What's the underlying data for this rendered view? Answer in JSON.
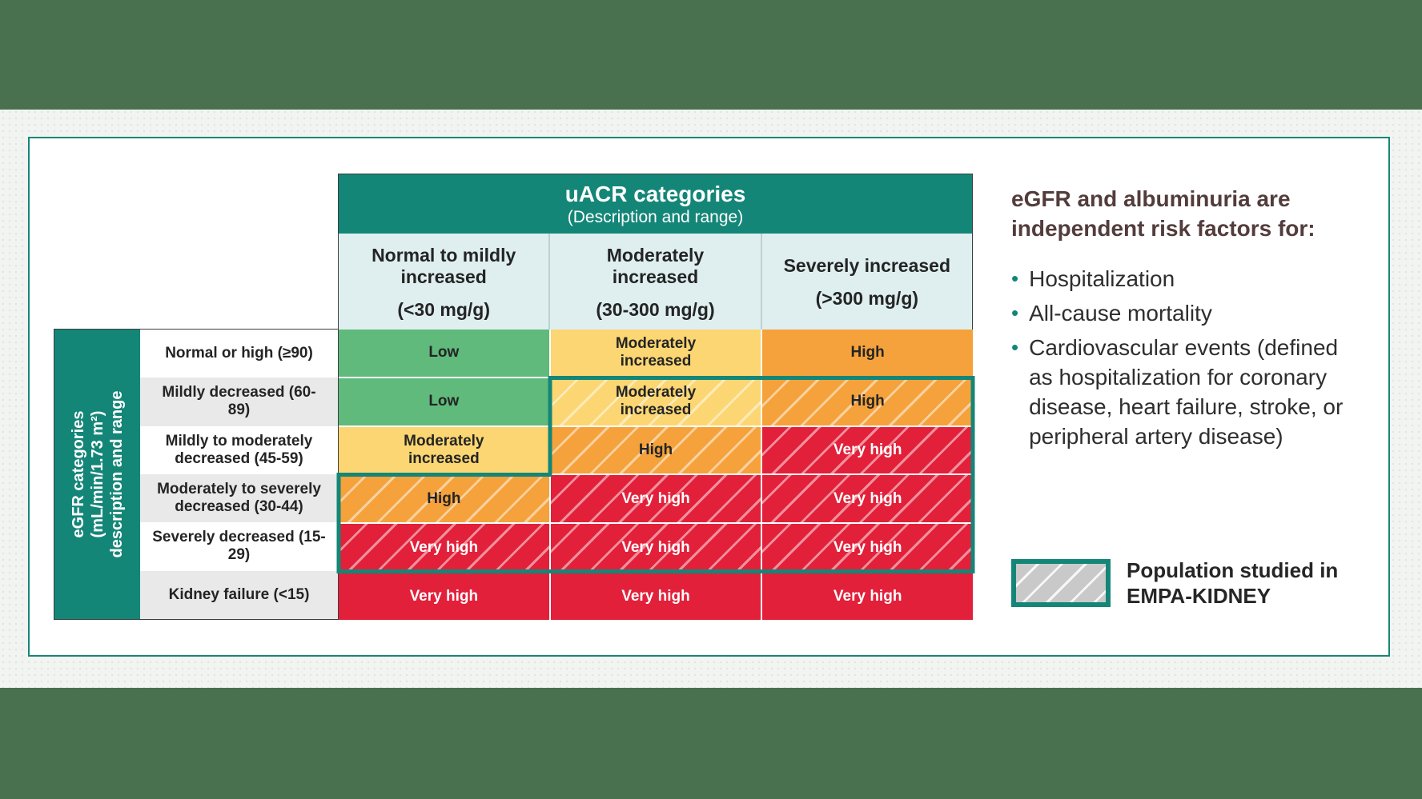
{
  "chart_data": {
    "type": "heatmap",
    "title": "uACR categories (Description and range)",
    "x_axis_label": "uACR categories (Description and range)",
    "y_axis_label": "eGFR categories (mL/min/1.73 m²) description and range",
    "x_categories": [
      "Normal to mildly increased (<30 mg/g)",
      "Moderately increased (30-300 mg/g)",
      "Severely increased (>300 mg/g)"
    ],
    "y_categories": [
      "Normal or high (≥90)",
      "Mildly decreased (60-89)",
      "Mildly to moderately decreased (45-59)",
      "Moderately to severely decreased (30-44)",
      "Severely decreased (15-29)",
      "Kidney failure (<15)"
    ],
    "values": [
      [
        "Low",
        "Moderately increased",
        "High"
      ],
      [
        "Low",
        "Moderately increased",
        "High"
      ],
      [
        "Moderately increased",
        "High",
        "Very high"
      ],
      [
        "High",
        "Very high",
        "Very high"
      ],
      [
        "Very high",
        "Very high",
        "Very high"
      ],
      [
        "Very high",
        "Very high",
        "Very high"
      ]
    ],
    "hatched_cells_meaning": "Population studied in EMPA-KIDNEY",
    "hatched": [
      [
        false,
        false,
        false
      ],
      [
        false,
        true,
        true
      ],
      [
        false,
        true,
        true
      ],
      [
        true,
        true,
        true
      ],
      [
        true,
        true,
        true
      ],
      [
        false,
        false,
        false
      ]
    ],
    "risk_colors": {
      "low": "#5FBA7C",
      "moderately_increased": "#FBD672",
      "high": "#F5A23C",
      "very_high": "#E2203A"
    },
    "legend_position": "bottom-right"
  },
  "table": {
    "uacr_header": {
      "title": "uACR categories",
      "subtitle": "(Description and range)"
    },
    "egfr_axis": {
      "line1": "eGFR categories",
      "line2": "(mL/min/1.73 m²)",
      "line3": "description and range"
    },
    "columns": [
      {
        "label": "Normal to mildly increased",
        "range": "(<30 mg/g)"
      },
      {
        "label": "Moderately increased",
        "range": "(30-300 mg/g)"
      },
      {
        "label": "Severely increased",
        "range": "(>300 mg/g)"
      }
    ]
  },
  "side_panel": {
    "heading": "eGFR and albuminuria are independent risk factors for:",
    "bullets": [
      "Hospitalization",
      "All-cause mortality",
      "Cardiovascular events (defined as hospitalization for coronary disease, heart failure, stroke, or peripheral artery disease)"
    ],
    "bullet_glyph": "•",
    "legend": {
      "label": "Population studied in EMPA-KIDNEY"
    }
  },
  "colors": {
    "teal": "#148678",
    "dark_green_bar": "#49714F",
    "page_background": "#F2F4F2",
    "column_header_bg": "#DFEFF0",
    "row_label_alt_bg": "#E9E9E9",
    "heading_maroon": "#533C3C",
    "legend_swatch_gray": "#C9C9C9"
  }
}
